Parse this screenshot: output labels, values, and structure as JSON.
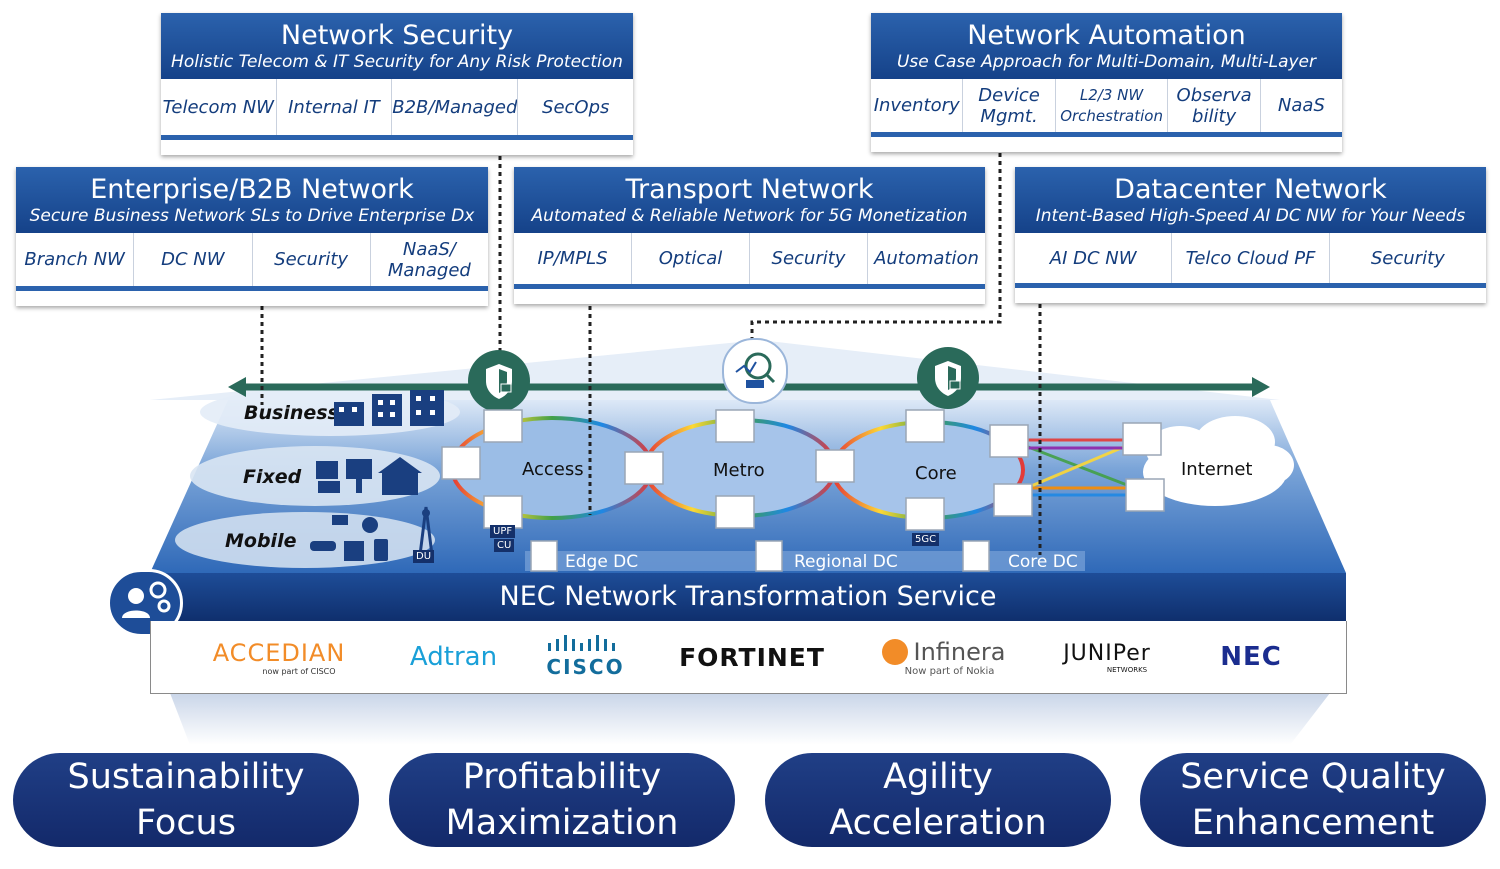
{
  "cards": [
    {
      "id": "security",
      "title": "Network Security",
      "subtitle": "Holistic Telecom & IT Security for Any Risk Protection",
      "items": [
        "Telecom NW",
        "Internal IT",
        "B2B/Managed",
        "SecOps"
      ]
    },
    {
      "id": "automation",
      "title": "Network Automation",
      "subtitle": "Use Case Approach for Multi-Domain, Multi-Layer",
      "items": [
        "Inventory",
        "Device\nMgmt.",
        "L2/3 NW\nOrchestration",
        "Observa\nbility",
        "NaaS"
      ]
    },
    {
      "id": "enterprise",
      "title": "Enterprise/B2B Network",
      "subtitle": "Secure Business Network SLs to Drive Enterprise Dx",
      "items": [
        "Branch NW",
        "DC NW",
        "Security",
        "NaaS/\nManaged"
      ]
    },
    {
      "id": "transport",
      "title": "Transport Network",
      "subtitle": "Automated & Reliable Network for 5G Monetization",
      "items": [
        "IP/MPLS",
        "Optical",
        "Security",
        "Automation"
      ]
    },
    {
      "id": "datacenter",
      "title": "Datacenter Network",
      "subtitle": "Intent-Based High-Speed  AI DC NW for Your Needs",
      "items": [
        "AI DC NW",
        "Telco Cloud PF",
        "Security"
      ]
    }
  ],
  "zones": {
    "business": "Business",
    "fixed": "Fixed",
    "mobile": "Mobile"
  },
  "segments": {
    "access": "Access",
    "metro": "Metro",
    "core": "Core",
    "internet": "Internet"
  },
  "dc": {
    "edge": "Edge DC",
    "regional": "Regional DC",
    "core": "Core DC"
  },
  "tags": {
    "upf": "UPF",
    "cu": "CU",
    "du": "DU",
    "fivegc": "5GC"
  },
  "service_bar": "NEC Network Transformation Service",
  "vendors": {
    "accedian": "ACCEDIAN",
    "accedian_sub": "now part of CISCO",
    "adtran": "Adtran",
    "cisco": "CISCO",
    "fortinet": "FORTINET",
    "infinera": "Infinera",
    "infinera_sub": "Now part of Nokia",
    "juniper": "JUNIPer",
    "juniper_sub": "NETWORKS",
    "nec": "NEC"
  },
  "outcomes": [
    {
      "line1": "Sustainability",
      "line2": "Focus"
    },
    {
      "line1": "Profitability",
      "line2": "Maximization"
    },
    {
      "line1": "Agility",
      "line2": "Acceleration"
    },
    {
      "line1": "Service Quality",
      "line2": "Enhancement"
    }
  ],
  "colors": {
    "navy": "#14306a",
    "card_blue": "#1f52a0",
    "arrow_green": "#2a6a5a",
    "platform_light": "#cfe0f3"
  }
}
